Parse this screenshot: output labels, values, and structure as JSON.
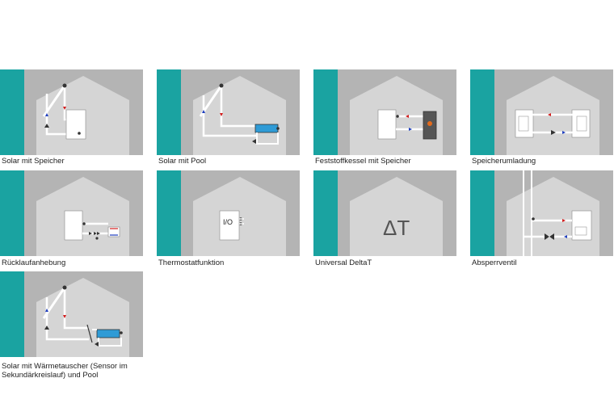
{
  "colors": {
    "accent_teal": "#1aa3a1",
    "card_bg": "#b4b4b4",
    "house_fill": "#d5d5d5",
    "pipe": "#ffffff",
    "arrow_hot": "#d21d1d",
    "arrow_cold": "#1f3fbf",
    "pool_blue": "#2f9bd6",
    "caption_text": "#222222"
  },
  "tiles": [
    {
      "id": "solar-speicher",
      "label": "Solar mit Speicher",
      "icon": "solar-collector-storage-icon"
    },
    {
      "id": "solar-pool",
      "label": "Solar mit Pool",
      "icon": "solar-pool-icon"
    },
    {
      "id": "feststoffkessel",
      "label": "Feststoffkessel mit Speicher",
      "icon": "solid-fuel-boiler-icon"
    },
    {
      "id": "speicherumladung",
      "label": "Speicherumladung",
      "icon": "storage-transfer-icon"
    },
    {
      "id": "ruecklauf",
      "label": "Rücklaufanhebung",
      "icon": "return-flow-raise-icon"
    },
    {
      "id": "thermostat",
      "label": "Thermostatfunktion",
      "icon": "thermostat-icon",
      "text": "I/O"
    },
    {
      "id": "deltat",
      "label": "Universal DeltaT",
      "icon": "delta-t-icon",
      "text": "ΔT"
    },
    {
      "id": "absperrventil",
      "label": "Absperrventil",
      "icon": "shutoff-valve-icon"
    },
    {
      "id": "solar-waermetauscher",
      "label_line1": "Solar mit Wärmetauscher (Sensor im",
      "label_line2": "Sekundärkreislauf) und Pool",
      "icon": "solar-heat-exchanger-pool-icon"
    }
  ]
}
